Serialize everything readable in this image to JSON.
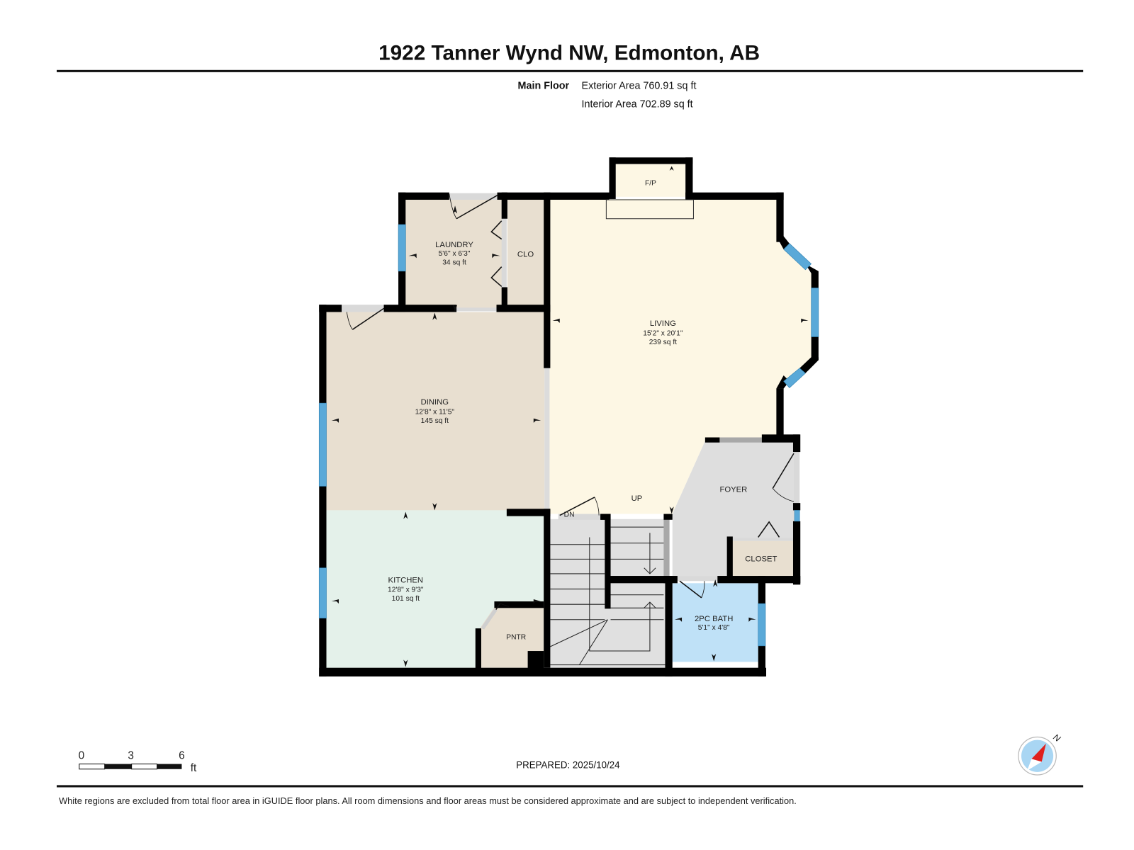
{
  "header": {
    "title": "1922 Tanner Wynd NW, Edmonton, AB",
    "floor_label": "Main Floor",
    "exterior_area": "Exterior Area 760.91 sq ft",
    "interior_area": "Interior Area 702.89 sq ft"
  },
  "colors": {
    "wall": "#000000",
    "window": "#5aa9d8",
    "living": "#fdf7e4",
    "dining": "#e8dfd0",
    "laundry": "#e8dfd0",
    "kitchen": "#e4f1ea",
    "foyer": "#dedede",
    "stairs": "#e0e0e0",
    "bath": "#bfe1f7",
    "closet": "#e8dfd0",
    "door_opening": "#d9d9d9"
  },
  "rooms": {
    "fireplace": {
      "name": "F/P"
    },
    "laundry": {
      "name": "LAUNDRY",
      "dims": "5'6\" x 6'3\"",
      "area": "34 sq ft"
    },
    "clo": {
      "name": "CLO"
    },
    "living": {
      "name": "LIVING",
      "dims": "15'2\" x 20'1\"",
      "area": "239 sq ft"
    },
    "dining": {
      "name": "DINING",
      "dims": "12'8\" x 11'5\"",
      "area": "145 sq ft"
    },
    "kitchen": {
      "name": "KITCHEN",
      "dims": "12'8\" x 9'3\"",
      "area": "101 sq ft"
    },
    "pantry": {
      "name": "PNTR"
    },
    "foyer": {
      "name": "FOYER"
    },
    "closet": {
      "name": "CLOSET"
    },
    "bath": {
      "name": "2PC BATH",
      "dims": "5'1\" x 4'8\""
    },
    "stairs": {
      "up": "UP",
      "down": "DN"
    }
  },
  "scale_bar": {
    "tick0": "0",
    "tick1": "3",
    "tick2": "6",
    "unit": "ft"
  },
  "prepared": "PREPARED: 2025/10/24",
  "compass": {
    "north_label": "N"
  },
  "footer": {
    "disclaimer": "White regions are excluded from total floor area in iGUIDE floor plans. All room dimensions and floor areas must be considered approximate and are subject to independent verification."
  }
}
